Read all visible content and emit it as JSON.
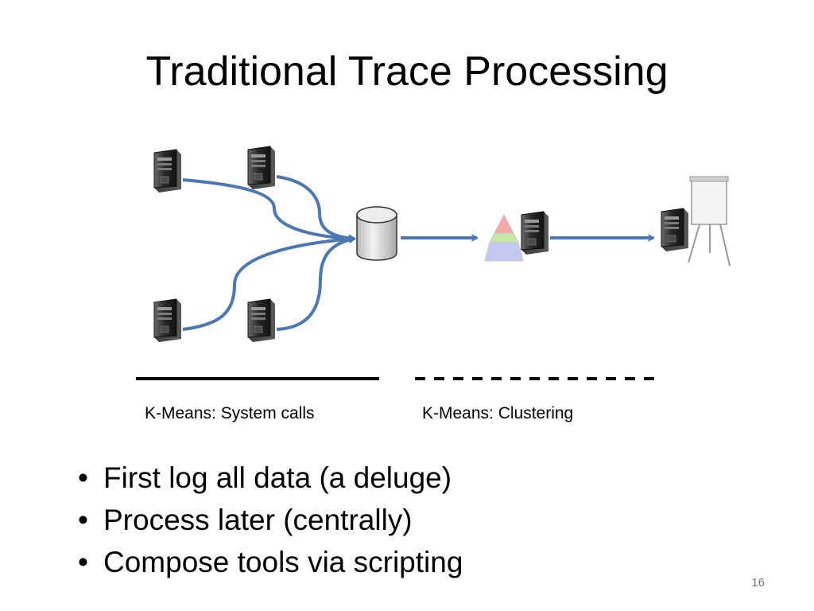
{
  "slide": {
    "title": "Traditional Trace Processing",
    "page_number": "16"
  },
  "captions": {
    "left": "K-Means: System calls",
    "right": "K-Means: Clustering"
  },
  "bullets": [
    "First log all data (a deluge)",
    "Process later (centrally)",
    "Compose tools via scripting"
  ],
  "bullet_glyph": "•",
  "colors": {
    "arrow": "#4a78b4",
    "server_body": "#2b2b2b",
    "database": "#d9d9d9",
    "pyramid_top": "#f4a8a8",
    "pyramid_middle": "#c8e6a8",
    "pyramid_bottom": "#a8c8ee"
  }
}
